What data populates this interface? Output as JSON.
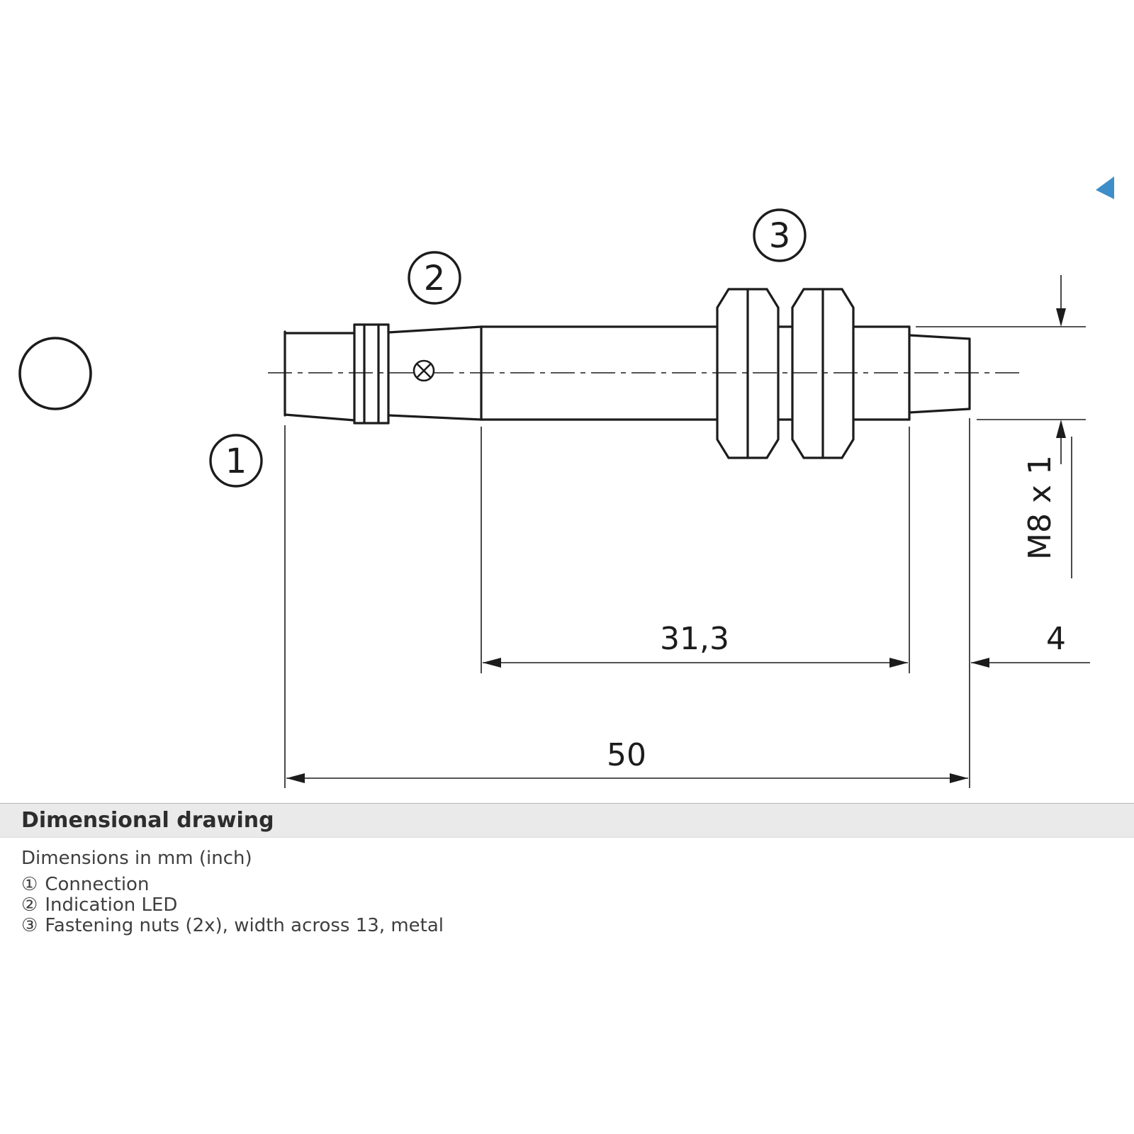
{
  "drawing": {
    "callouts": {
      "c1": "1",
      "c2": "2",
      "c3": "3"
    },
    "dimensions": {
      "barrel_length": "31,3",
      "total_length": "50",
      "rear_length": "4",
      "thread": "M8 x 1"
    }
  },
  "legend": {
    "title": "Dimensional drawing",
    "note": "Dimensions in mm (inch)",
    "items": [
      {
        "marker": "①",
        "text": "Connection"
      },
      {
        "marker": "②",
        "text": "Indication LED"
      },
      {
        "marker": "③",
        "text": "Fastening nuts (2x), width across 13, metal"
      }
    ]
  },
  "colors": {
    "line": "#1c1c1c",
    "corner_artifact": "#3d8ec9",
    "titlebar_bg": "#eaeaea"
  }
}
